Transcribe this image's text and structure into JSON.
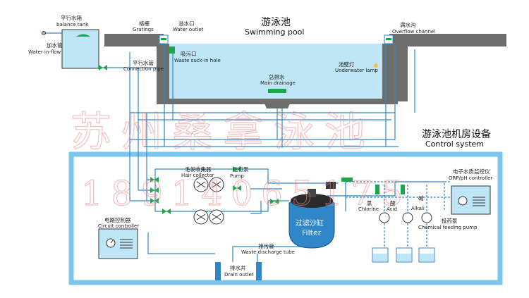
{
  "pool": {
    "title_cn": "游泳池",
    "title_en": "Swimming pool"
  },
  "system": {
    "title_cn": "游泳池机房设备",
    "title_en": "Control system"
  },
  "labels": {
    "balance_tank_cn": "平行水箱",
    "balance_tank_en": "balance tank",
    "water_inflow_cn": "加水管",
    "water_inflow_en": "Water in-flow",
    "gratings_cn": "格栅",
    "gratings_en": "Gratings",
    "water_outlet_cn": "溢水口",
    "water_outlet_en": "Water outlet",
    "overflow_cn": "满水沟",
    "overflow_en": "Overflow channel",
    "suck_in_cn": "吸污口",
    "suck_in_en": "Waste suck-in hole",
    "connection_cn": "平行水管",
    "connection_en": "Connection pipe",
    "lamp_cn": "池壁灯",
    "lamp_en": "Underwater lamp",
    "main_drain_cn": "总排水",
    "main_drain_en": "Main drainage",
    "hair_cn": "毛发收集器",
    "hair_en": "Hair collector",
    "pump_cn": "运行泵",
    "pump_en": "Pump",
    "circuit_cn": "电路控制器",
    "circuit_en": "Circuit controller",
    "filter_cn": "过滤沙缸",
    "filter_en": "Filter",
    "discharge_cn": "排污管",
    "discharge_en": "Waste discharge tube",
    "drain_outlet_cn": "排水井",
    "drain_outlet_en": "Drain outlet",
    "chlorine_cn": "氯",
    "chlorine_en": "Chlorine",
    "acid_cn": "酸",
    "acid_en": "Acid",
    "alkali_cn": "碱",
    "alkali_en": "Alkali",
    "feeding_cn": "投药泵",
    "feeding_en": "Chemical feeding pump",
    "orp_cn": "电子水质监控仪",
    "orp_en": "ORP/pH controller"
  },
  "watermark": {
    "text_cn": "苏州桑拿泳池",
    "phone": "18914065175"
  },
  "colors": {
    "pipe": "#2f86c8",
    "pool_water": "#bfe6f7",
    "concrete": "#6d6d6d",
    "frame": "#7cc6ec",
    "valve": "#1aa84a"
  }
}
